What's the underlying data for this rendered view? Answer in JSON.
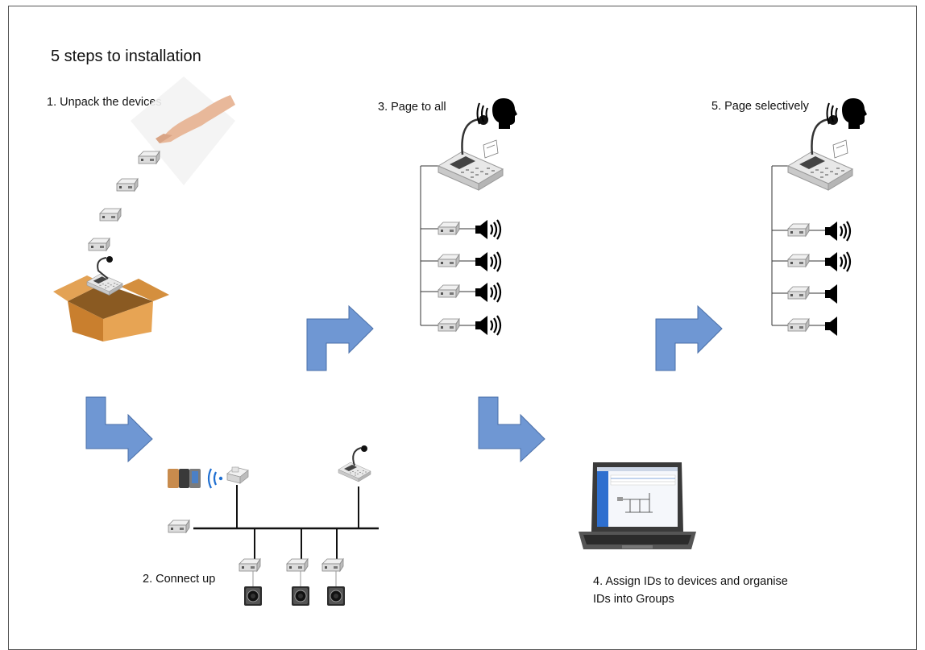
{
  "title": "5 steps to installation",
  "steps": [
    {
      "label": "1. Unpack the devices"
    },
    {
      "label": "2. Connect up"
    },
    {
      "label": "3. Page to all"
    },
    {
      "label": "4. Assign IDs to devices and organise  IDs into Groups"
    },
    {
      "label": "5. Page selectively"
    }
  ],
  "colors": {
    "arrow": "#6f97d3",
    "box": "#d9933f",
    "device": "#d7d7d7",
    "line": "#111111"
  },
  "icons": [
    "hand-icon",
    "amplifier-device-icon",
    "paging-console-icon",
    "cardboard-box-icon",
    "speaker-on-icon",
    "speaker-off-icon",
    "speaking-head-icon",
    "laptop-icon",
    "camera-icon",
    "wifi-icon",
    "router-icon",
    "phone-icon"
  ]
}
